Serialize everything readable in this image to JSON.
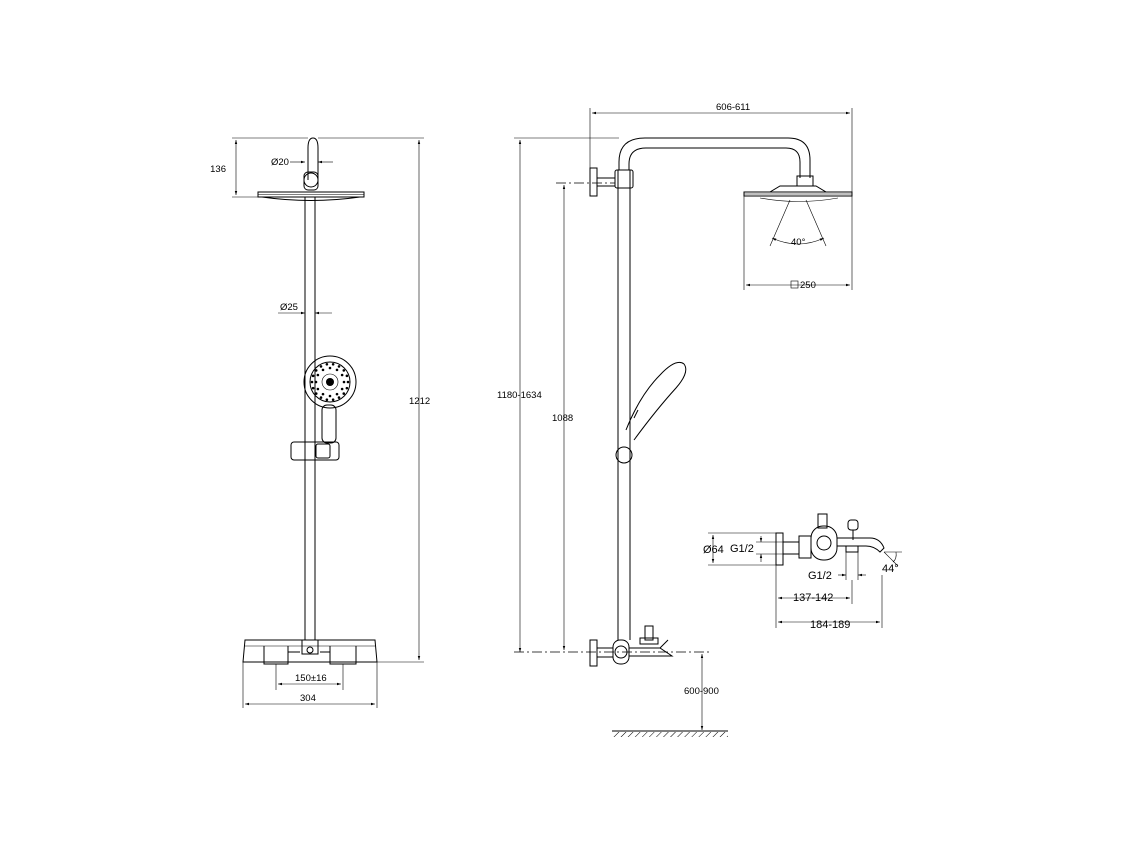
{
  "front_view": {
    "arm_diameter": "Ø20",
    "pipe_diameter": "Ø25",
    "head_height": "136",
    "total_height": "1212",
    "inlet_spacing": "150±16",
    "mixer_width": "304"
  },
  "side_view": {
    "reach": "606-611",
    "spray_angle": "40°",
    "head_size": "250",
    "adjustable_height": "1180-1634",
    "rail_height": "1088",
    "floor_distance": "600-900"
  },
  "mixer_detail": {
    "body_diameter": "Ø64",
    "inlet_thread": "G1/2",
    "outlet_thread": "G1/2",
    "spout_angle": "44°",
    "depth_short": "137-142",
    "depth_long": "184-189"
  }
}
